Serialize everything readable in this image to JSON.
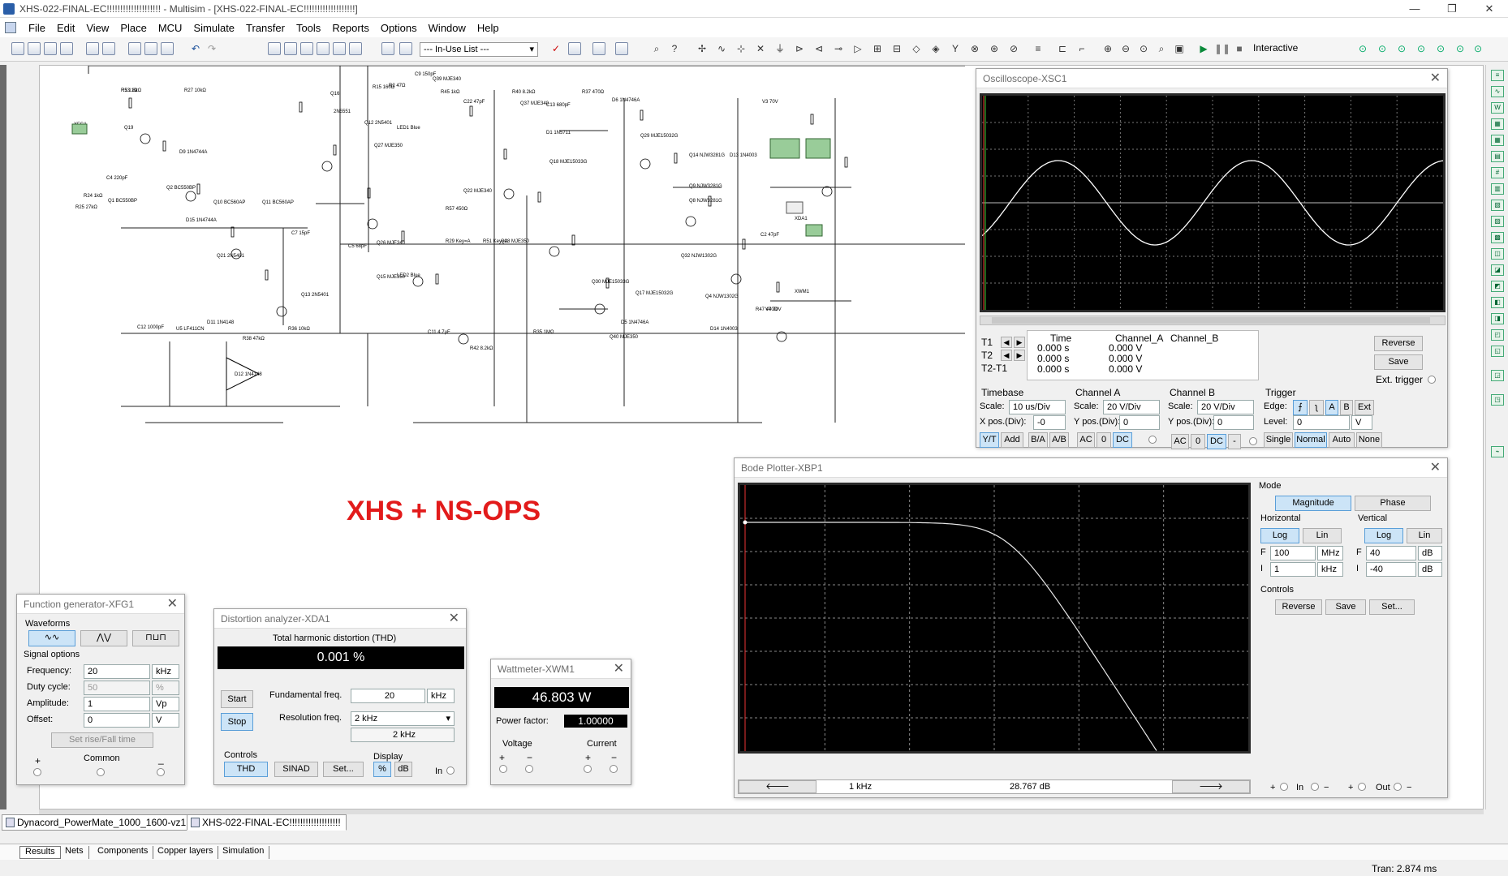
{
  "app": {
    "title": "XHS-022-FINAL-EC!!!!!!!!!!!!!!!!!!!! - Multisim - [XHS-022-FINAL-EC!!!!!!!!!!!!!!!!!!!]"
  },
  "menu": [
    "File",
    "Edit",
    "View",
    "Place",
    "MCU",
    "Simulate",
    "Transfer",
    "Tools",
    "Reports",
    "Options",
    "Window",
    "Help"
  ],
  "toolbar": {
    "inuse": "--- In-Use List ---",
    "interactive": "Interactive"
  },
  "schematic": {
    "title": "XHS + NS-OPS",
    "title_color": "#e21b1b",
    "parts": [
      {
        "ref": "R1",
        "val": "1.8kΩ"
      },
      {
        "ref": "R27",
        "val": "10kΩ"
      },
      {
        "ref": "Q16",
        "val": ""
      },
      {
        "ref": "2N5551",
        "val": ""
      },
      {
        "ref": "R15",
        "val": "160Ω"
      },
      {
        "ref": "R2",
        "val": "47Ω"
      },
      {
        "ref": "C9",
        "val": "150pF"
      },
      {
        "ref": "Q39",
        "val": "MJE340"
      },
      {
        "ref": "R45",
        "val": "1kΩ"
      },
      {
        "ref": "C22",
        "val": "47pF"
      },
      {
        "ref": "R40",
        "val": "8.2kΩ"
      },
      {
        "ref": "R37",
        "val": "470Ω"
      },
      {
        "ref": "D6",
        "val": "1N4746A"
      },
      {
        "ref": "V3",
        "val": "70V"
      },
      {
        "ref": "XFG1",
        "val": ""
      },
      {
        "ref": "Q19",
        "val": ""
      },
      {
        "ref": "C4",
        "val": "220pF"
      },
      {
        "ref": "R24",
        "val": "1kΩ"
      },
      {
        "ref": "R25",
        "val": "27kΩ"
      },
      {
        "ref": "Q1",
        "val": "BC550BP"
      },
      {
        "ref": "Q2",
        "val": "BC550BP"
      },
      {
        "ref": "Q10",
        "val": "BC560AP"
      },
      {
        "ref": "Q11",
        "val": "BC560AP"
      },
      {
        "ref": "D9",
        "val": "1N4744A"
      },
      {
        "ref": "D15",
        "val": "1N4744A"
      },
      {
        "ref": "Q12",
        "val": "2N5401"
      },
      {
        "ref": "Q27",
        "val": "MJE350"
      },
      {
        "ref": "LED1",
        "val": "Blue"
      },
      {
        "ref": "Q37",
        "val": "MJE340"
      },
      {
        "ref": "C13",
        "val": "680pF"
      },
      {
        "ref": "D1",
        "val": "1N5711"
      },
      {
        "ref": "Q18",
        "val": "MJE15033G"
      },
      {
        "ref": "Q29",
        "val": "MJE15032G"
      },
      {
        "ref": "Q14",
        "val": "NJW3281G"
      },
      {
        "ref": "Q9",
        "val": "NJW3281G"
      },
      {
        "ref": "Q8",
        "val": "NJW3281G"
      },
      {
        "ref": "D13",
        "val": "1N4003"
      },
      {
        "ref": "XSC1",
        "val": ""
      },
      {
        "ref": "XDA1",
        "val": ""
      },
      {
        "ref": "XWM1",
        "val": ""
      },
      {
        "ref": "Q22",
        "val": "MJE340"
      },
      {
        "ref": "R57",
        "val": "450Ω"
      },
      {
        "ref": "R29",
        "val": "Key=A"
      },
      {
        "ref": "R51",
        "val": "Key=A"
      },
      {
        "ref": "Q28",
        "val": "MJE350"
      },
      {
        "ref": "Q26",
        "val": "MJE340"
      },
      {
        "ref": "Q15",
        "val": "MJE350"
      },
      {
        "ref": "LED2",
        "val": "Blue"
      },
      {
        "ref": "Q13",
        "val": "2N5401"
      },
      {
        "ref": "Q21",
        "val": "2N5401"
      },
      {
        "ref": "C7",
        "val": "15pF"
      },
      {
        "ref": "C5",
        "val": "68pF"
      },
      {
        "ref": "Q30",
        "val": "MJE15033G"
      },
      {
        "ref": "Q17",
        "val": "MJE15032G"
      },
      {
        "ref": "Q32",
        "val": "NJW1302G"
      },
      {
        "ref": "Q4",
        "val": "NJW1302G"
      },
      {
        "ref": "D14",
        "val": "1N4003"
      },
      {
        "ref": "D5",
        "val": "1N4746A"
      },
      {
        "ref": "R47",
        "val": "470Ω"
      },
      {
        "ref": "V4",
        "val": "70V"
      },
      {
        "ref": "Q40",
        "val": "MJE350"
      },
      {
        "ref": "C11",
        "val": "4.7µF"
      },
      {
        "ref": "C12",
        "val": "1000pF"
      },
      {
        "ref": "U5",
        "val": "LF411CN"
      },
      {
        "ref": "D11",
        "val": "1N4148"
      },
      {
        "ref": "D12",
        "val": "1N4148"
      },
      {
        "ref": "R38",
        "val": "47kΩ"
      },
      {
        "ref": "R36",
        "val": "10kΩ"
      },
      {
        "ref": "R35",
        "val": "1MΩ"
      },
      {
        "ref": "R42",
        "val": "8.2kΩ"
      },
      {
        "ref": "C2",
        "val": "47pF"
      },
      {
        "ref": "R53",
        "val": "1Ω"
      }
    ]
  },
  "osc": {
    "title": "Oscilloscope-XSC1",
    "headers": [
      "Time",
      "Channel_A",
      "Channel_B"
    ],
    "rows": [
      [
        "T1",
        "0.000 s",
        "0.000 V"
      ],
      [
        "T2",
        "0.000 s",
        "0.000 V"
      ],
      [
        "T2-T1",
        "0.000 s",
        "0.000 V"
      ]
    ],
    "reverse": "Reverse",
    "save": "Save",
    "ext_trigger": "Ext. trigger",
    "timebase": {
      "label": "Timebase",
      "scale_label": "Scale:",
      "scale": "10 us/Div",
      "xpos_label": "X pos.(Div):",
      "xpos": "-0",
      "modes": [
        "Y/T",
        "Add",
        "B/A",
        "A/B"
      ]
    },
    "cha": {
      "label": "Channel A",
      "scale_label": "Scale:",
      "scale": "20  V/Div",
      "ypos_label": "Y pos.(Div):",
      "ypos": "0",
      "coupling": [
        "AC",
        "0",
        "DC"
      ]
    },
    "chb": {
      "label": "Channel B",
      "scale_label": "Scale:",
      "scale": "20  V/Div",
      "ypos_label": "Y pos.(Div):",
      "ypos": "0",
      "coupling": [
        "AC",
        "0",
        "DC",
        "-"
      ]
    },
    "trigger": {
      "label": "Trigger",
      "edge_label": "Edge:",
      "edge": [
        "A",
        "B",
        "Ext"
      ],
      "level_label": "Level:",
      "level": "0",
      "level_unit": "V",
      "modes": [
        "Single",
        "Normal",
        "Auto",
        "None"
      ]
    },
    "trace_color": "#ffffff"
  },
  "bode": {
    "title": "Bode Plotter-XBP1",
    "mode_label": "Mode",
    "magnitude": "Magnitude",
    "phase": "Phase",
    "horizontal": {
      "label": "Horizontal",
      "log": "Log",
      "lin": "Lin",
      "f_label": "F",
      "f": "100",
      "f_unit": "MHz",
      "i_label": "I",
      "i": "1",
      "i_unit": "kHz"
    },
    "vertical": {
      "label": "Vertical",
      "log": "Log",
      "lin": "Lin",
      "f_label": "F",
      "f": "40",
      "f_unit": "dB",
      "i_label": "I",
      "i": "-40",
      "i_unit": "dB"
    },
    "controls_label": "Controls",
    "reverse": "Reverse",
    "save": "Save",
    "set": "Set...",
    "readout_freq": "1 kHz",
    "readout_db": "28.767 dB",
    "in": "In",
    "out": "Out",
    "plus": "+",
    "minus": "−"
  },
  "fg": {
    "title": "Function generator-XFG1",
    "waveforms_label": "Waveforms",
    "signal_label": "Signal options",
    "freq_label": "Frequency:",
    "freq": "20",
    "freq_unit": "kHz",
    "duty_label": "Duty cycle:",
    "duty": "50",
    "duty_unit": "%",
    "amp_label": "Amplitude:",
    "amp": "1",
    "amp_unit": "Vp",
    "off_label": "Offset:",
    "off": "0",
    "off_unit": "V",
    "rise": "Set rise/Fall time",
    "plus": "+",
    "common": "Common",
    "minus": "_"
  },
  "da": {
    "title": "Distortion analyzer-XDA1",
    "thd_label": "Total harmonic distortion (THD)",
    "thd": "0.001 %",
    "start": "Start",
    "stop": "Stop",
    "fund_label": "Fundamental freq.",
    "fund": "20",
    "fund_unit": "kHz",
    "res_label": "Resolution freq.",
    "res": "2 kHz",
    "res_readout": "2 kHz",
    "controls_label": "Controls",
    "thd_btn": "THD",
    "sinad": "SINAD",
    "set": "Set...",
    "display_label": "Display",
    "pct": "%",
    "db": "dB",
    "in": "In"
  },
  "wm": {
    "title": "Wattmeter-XWM1",
    "power": "46.803 W",
    "pf_label": "Power factor:",
    "pf": "1.00000",
    "voltage": "Voltage",
    "current": "Current",
    "plus": "+",
    "minus": "−"
  },
  "tabs": {
    "doc1": "Dynacord_PowerMate_1000_1600-vz1",
    "doc2": "XHS-022-FINAL-EC!!!!!!!!!!!!!!!!!!!"
  },
  "bottom_tabs": [
    "Results",
    "Nets",
    "Components",
    "Copper layers",
    "Simulation"
  ],
  "status": {
    "tran": "Tran: 2.874 ms"
  }
}
